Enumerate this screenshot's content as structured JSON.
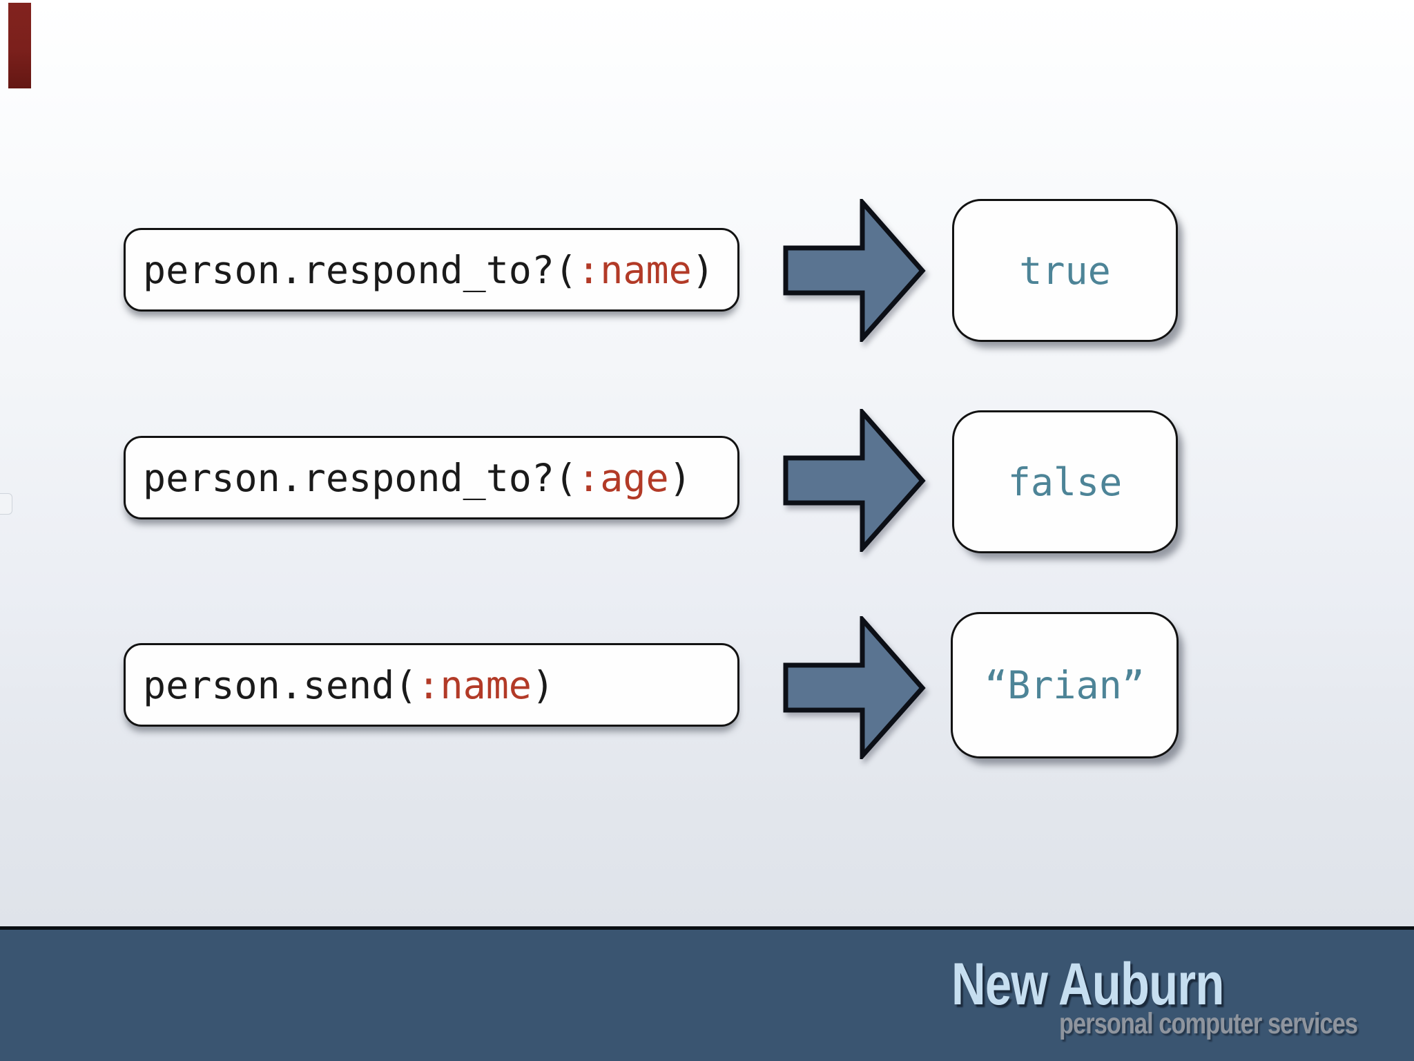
{
  "rows": [
    {
      "code_prefix": "person.respond_to?(",
      "code_symbol": ":name",
      "code_suffix": ")",
      "result": "true"
    },
    {
      "code_prefix": "person.respond_to?(",
      "code_symbol": ":age",
      "code_suffix": ")",
      "result": "false"
    },
    {
      "code_prefix": "person.send(",
      "code_symbol": ":name",
      "code_suffix": ")",
      "result": "“Brian”"
    }
  ],
  "footer": {
    "brand": "New Auburn",
    "tagline": "personal computer services"
  },
  "icons": {
    "arrow": "right-arrow-icon"
  },
  "colors": {
    "symbol_red": "#b23a27",
    "result_teal": "#4d8497",
    "arrow_fill": "#5a7491",
    "arrow_stroke": "#0c0f16",
    "footer_bg": "#3a5571",
    "brand_blue": "#c6def0",
    "tagline_gray": "#8f959e",
    "box_border": "#121212",
    "corner_artifact_red": "#7b201c"
  }
}
